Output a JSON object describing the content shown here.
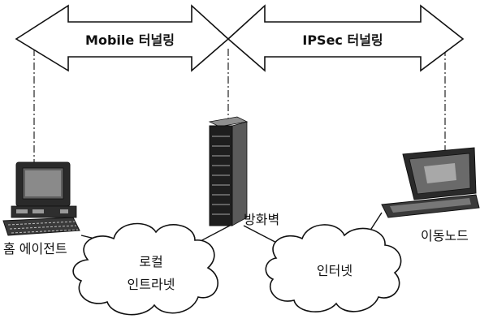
{
  "tunnels": {
    "mobile_label": "Mobile 터널링",
    "ipsec_label": "IPSec 터널링"
  },
  "nodes": {
    "home_agent_label": "홈 에이전트",
    "firewall_label": "방화벽",
    "mobile_node_label": "이동노드"
  },
  "networks": {
    "local_intranet_line1": "로컬",
    "local_intranet_line2": "인트라넷",
    "internet_label": "인터넷"
  },
  "colors": {
    "line": "#111111",
    "fill": "#ffffff",
    "device_dark": "#1e1e1e",
    "device_mid": "#5a5a5a",
    "device_light": "#bdbdbd"
  }
}
